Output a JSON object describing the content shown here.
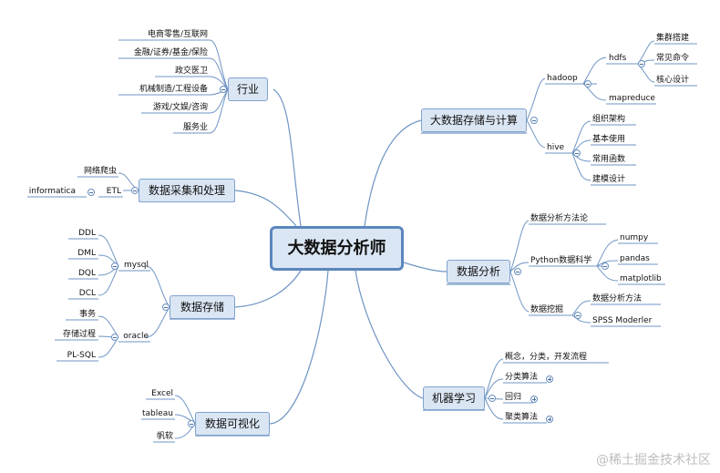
{
  "central": "大数据分析师",
  "branches": {
    "industry": {
      "title": "行业",
      "items": [
        "电商零售/互联网",
        "金融/证券/基金/保险",
        "政交医卫",
        "机械制造/工程设备",
        "游戏/文娱/咨询",
        "服务业"
      ]
    },
    "collection": {
      "title": "数据采集和处理",
      "items": [
        "网络爬虫",
        "ETL",
        "informatica"
      ]
    },
    "storage": {
      "title": "数据存储",
      "mysql": "mysql",
      "mysql_items": [
        "DDL",
        "DML",
        "DQL",
        "DCL"
      ],
      "oracle": "oracle",
      "oracle_items": [
        "事务",
        "存储过程",
        "PL-SQL"
      ]
    },
    "visualization": {
      "title": "数据可视化",
      "items": [
        "Excel",
        "tableau",
        "帆软"
      ]
    },
    "bigdata": {
      "title": "大数据存储与计算",
      "hadoop": "hadoop",
      "hdfs": "hdfs",
      "hdfs_items": [
        "集群搭建",
        "常见命令",
        "核心设计"
      ],
      "mapreduce": "mapreduce",
      "hive": "hive",
      "hive_items": [
        "组织架构",
        "基本使用",
        "常用函数",
        "建模设计"
      ]
    },
    "analysis": {
      "title": "数据分析",
      "methodology": "数据分析方法论",
      "python": "Python数据科学",
      "python_items": [
        "numpy",
        "pandas",
        "matplotlib"
      ],
      "mining": "数据挖掘",
      "mining_items": [
        "数据分析方法",
        "SPSS Moderler"
      ]
    },
    "ml": {
      "title": "机器学习",
      "items": [
        "概念，分类，开发流程",
        "分类算法",
        "回归",
        "聚类算法"
      ]
    }
  },
  "watermark": "@稀土掘金技术社区"
}
